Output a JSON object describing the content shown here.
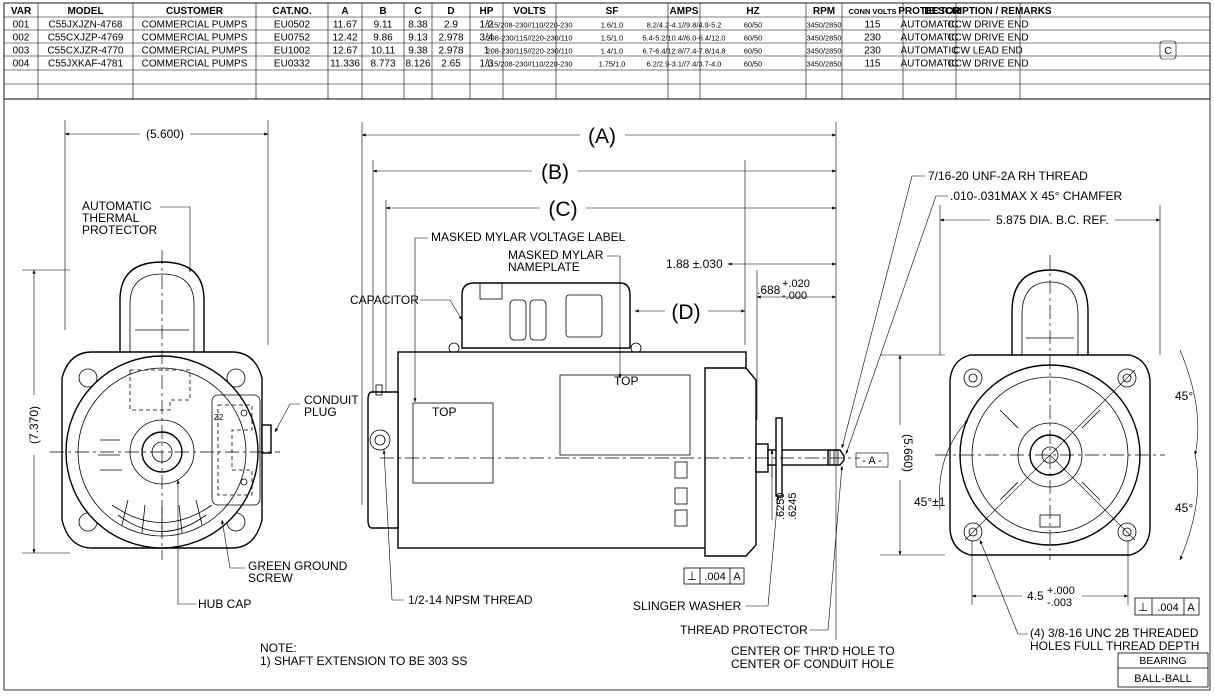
{
  "table": {
    "headers": [
      "VAR",
      "MODEL",
      "CUSTOMER",
      "CAT.NO.",
      "A",
      "B",
      "C",
      "D",
      "HP",
      "VOLTS",
      "SF",
      "AMPS",
      "HZ",
      "RPM",
      "CONN VOLTS",
      "PROTECTOR",
      "DESCRIPTION / REMARKS"
    ],
    "rows": [
      [
        "001",
        "C55JXJZN-4768",
        "COMMERCIAL PUMPS",
        "EU0502",
        "11.67",
        "9.11",
        "8.38",
        "2.9",
        "1/2",
        "115/208-230//110/220-230",
        "1.6/1.0",
        "8.2/4.2-4.1//9.8/4.9-5.2",
        "60/50",
        "3450/2850",
        "115",
        "AUTOMATIC",
        "CCW DRIVE END"
      ],
      [
        "002",
        "C55CXJZP-4769",
        "COMMERCIAL PUMPS",
        "EU0752",
        "12.42",
        "9.86",
        "9.13",
        "2.978",
        "3/4",
        "208-230/115//220-230/110",
        "1.5/1.0",
        "5.4-5.2/10.4//6.0-6.4/12.0",
        "60/50",
        "3450/2850",
        "230",
        "AUTOMATIC",
        "CCW DRIVE END"
      ],
      [
        "003",
        "C55CXJZR-4770",
        "COMMERCIAL PUMPS",
        "EU1002",
        "12.67",
        "10.11",
        "9.38",
        "2.978",
        "1",
        "208-230/115//220-230/110",
        "1.4/1.0",
        "6.7-6.4/12.8//7.4-7.8/14.8",
        "60/50",
        "3450/2850",
        "230",
        "AUTOMATIC",
        "CW LEAD END"
      ],
      [
        "004",
        "C55JXKAF-4781",
        "COMMERCIAL PUMPS",
        "EU0332",
        "11.336",
        "8.773",
        "8.126",
        "2.65",
        "1/3",
        "115/208-230//110/220-230",
        "1.75/1.0",
        "6.2/2.9-3.1//7.4/3.7-4.0",
        "60/50",
        "3450/2850",
        "115",
        "AUTOMATIC",
        "CCW DRIVE END"
      ]
    ],
    "revision_mark": "C"
  },
  "left_view": {
    "width_dim": "(5.600)",
    "height_dim": "(7.370)",
    "labels": {
      "thermal_protector": [
        "AUTOMATIC",
        "THERMAL",
        "PROTECTOR"
      ],
      "conduit_plug": [
        "CONDUIT",
        "PLUG"
      ],
      "ground_screw": [
        "GREEN GROUND",
        "SCREW"
      ],
      "hub_cap": "HUB CAP"
    }
  },
  "side_view": {
    "dim_a": "(A)",
    "dim_b": "(B)",
    "dim_c": "(C)",
    "dim_d": "(D)",
    "labels": {
      "voltage_label": "MASKED MYLAR VOLTAGE LABEL",
      "nameplate": [
        "MASKED MYLAR",
        "NAMEPLATE"
      ],
      "capacitor": "CAPACITOR",
      "top_1": "TOP",
      "top_2": "TOP",
      "npsm_thread": "1/2-14 NPSM THREAD",
      "slinger_washer": "SLINGER WASHER",
      "thread_protector": "THREAD PROTECTOR",
      "center_note": [
        "CENTER OF THR'D HOLE TO",
        "CENTER OF CONDUIT HOLE"
      ],
      "unf_thread": "7/16-20 UNF-2A RH THREAD",
      "chamfer": ".010-.031MAX X 45° CHAMFER",
      "datum_a": "- A -",
      "shaft_dia": [
        ".6250",
        ".6245"
      ],
      "ext_dim": "1.88 ±.030",
      "offset_main": ".688",
      "offset_plus": "+.020",
      "offset_minus": "-.000",
      "tol_symbol": "⊥",
      "tol_value": ".004",
      "tol_datum": "A"
    }
  },
  "right_view": {
    "bc_ref": "5.875 DIA. B.C. REF.",
    "height_dim": "(5.660)",
    "angle_1": "45°",
    "angle_2": "45°",
    "angle_tol": "45°±1",
    "pilot_main": "4.5",
    "pilot_plus": "+.000",
    "pilot_minus": "-.003",
    "tol_symbol": "⊥",
    "tol_value": ".004",
    "tol_datum": "A",
    "holes_note": [
      "(4) 3/8-16 UNC 2B THREADED",
      "HOLES FULL THREAD DEPTH"
    ],
    "bearing_header": "BEARING",
    "bearing_value": "BALL-BALL"
  },
  "notes": {
    "title": "NOTE:",
    "line1": "1) SHAFT EXTENSION TO BE 303 SS"
  }
}
